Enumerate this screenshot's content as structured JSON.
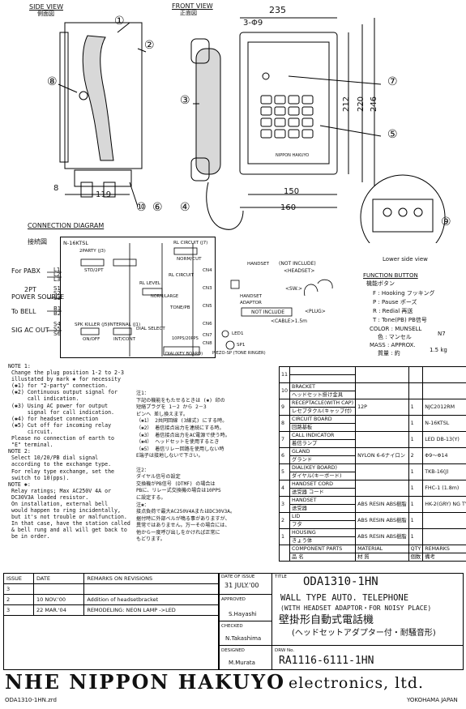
{
  "views": {
    "side_view": "SIDE VIEW",
    "side_view_jp": "側面図",
    "front_view": "FRONT VIEW",
    "front_view_jp": "正面図",
    "lower_side_view": "Lower side view"
  },
  "dims": {
    "width_top": "235",
    "holes": "3-Φ9",
    "h1": "212",
    "h2": "220",
    "h3": "246",
    "w150": "150",
    "w160": "160",
    "w119": "119",
    "d8": "8"
  },
  "callouts": [
    "①",
    "②",
    "③",
    "④",
    "⑤",
    "⑥",
    "⑦",
    "⑧",
    "⑨",
    "⑩"
  ],
  "keypad_label": "NIPPON HAKUYO",
  "connection": {
    "title": "CONNECTION DIAGRAM",
    "title_jp": "接続図",
    "unit": "N-16KTSL",
    "left_labels": [
      "For PABX",
      "2PT",
      "POWER SOURCE",
      "To BELL",
      "SIG AC OUT"
    ],
    "terminals": [
      "L1",
      "L2",
      "L3",
      "S1",
      "S2",
      "S3",
      "B1",
      "B2",
      "S4",
      "S5",
      "S6"
    ],
    "switches": [
      "2PARTY (J3)",
      "STD/2PT",
      "SPK KILLER (J5)",
      "ON/OFF",
      "INTERNAL (J1)",
      "INT/CONT",
      "RL CIRCUIT (J7)",
      "NORM/CUT"
    ],
    "mid_labels": [
      "HANDSET",
      "CN4",
      "RL LEVEL",
      "RL CIRCUIT",
      "CN3",
      "TONE/PB",
      "CN5",
      "DIAL SELECT",
      "CN6",
      "CN7",
      "CN8",
      "SP1",
      "LED1",
      "ADAPTOR",
      "HANDSET",
      "PIEZO-SP (TONE RINGER)",
      "DIAL(KEY BOARD)",
      "NORM/LARGE",
      "10PPS/20PPS"
    ],
    "headset": [
      "(NOT INCLUDE)",
      "<HEADSET>",
      "<SW.>",
      "<PLUG>",
      "NOT INCLUDE",
      "<CABLE>1.5m"
    ]
  },
  "function": {
    "title": "FUNCTION BUTTON",
    "title_jp": "機能ボタン",
    "rows": [
      "F : Hooking  フッキング",
      "P : Pause    ポーズ",
      "R : Redial   再送",
      "T : Tone(PB) PB信号"
    ],
    "color_label": "COLOR : MUNSELL",
    "color_val": "N7",
    "color_jp": "色 : マンセル",
    "mass_label": "MASS : APPROX.",
    "mass_val": "1.5 kg",
    "mass_jp": "質量 : 約"
  },
  "notes_en": "NOTE 1:\n Change the plug position 1-2 to 2-3\n illustated by mark ✱ for necessity\n (✱1) for \"2-party\" connection.\n (✱2) Continuous output signal for\n      call indication.\n (✱3) Using AC power for output\n      signal for call indication.\n (✱4) for headset connection\n (✱5) Cut off for incoming relay\n      circuit.\n Please no connection of earth to\n \"E\" terminal.\nNOTE 2:\n Select 10/20/PB dial signal\n according to the exchange type.\n For relay type exchange, set the\n switch to 10(pps).\nNOTE ✱:\n Relay ratings; Max AC250V 4A or\n DC30V3A loaded resistor.\n On installation, external bell\n would happen to ring incidentally,\n but it's not trouble or malfunction.\n In that case, have the station called\n & bell rung and all will get back to\n be in order.",
  "notes_jp": "注1：\n下記の機能をもたせるときは (✱) 印の\n短絡プラグを 1－2 から 2－3\nピンへ 差し換えます。\n（✱1） 2共同回線 (3線式) にする時。\n（✱2） 着信接点出力を連続にする時。\n（✱3） 着信接点出力をAC電源で使う時。\n（✱4） ヘッドセットを使用するとき\n（✱5） 着信リレー回路を使用しない時\nE端子は接地しないで下さい。\n\n注2：\nダイヤル信号の設定\n交換機がPB信号 (DTMF) の場合は\nPBに、リレー式交換機の場合は10PPS\nに設定する。\n注✱：\n接点負荷で最大AC250V4AまたはDC30V3A。\n据付時に外部ベルが鳴る事がありますが、\n異常ではありません。万一その場合には、\n他から一度呼び出しをかければ正常に\nもどります。",
  "parts": {
    "rows": [
      {
        "no": "11",
        "name": "",
        "name_jp": "",
        "mat": "",
        "qty": "",
        "rem": ""
      },
      {
        "no": "10",
        "name": "BRACKET",
        "name_jp": "ヘッドセット掛け金具",
        "mat": "",
        "qty": "",
        "rem": ""
      },
      {
        "no": "9",
        "name": "RECEPTACLE(WITH CAP)",
        "name_jp": "レセプタクル(キャップ付)",
        "mat": "12P",
        "qty": "1",
        "rem": "NJC2012RM"
      },
      {
        "no": "8",
        "name": "CIRCUIT BOARD",
        "name_jp": "回路基板",
        "mat": "",
        "qty": "1",
        "rem": "N-16KTSL"
      },
      {
        "no": "7",
        "name": "CALL INDICATOR",
        "name_jp": "着信ランプ",
        "mat": "",
        "qty": "1",
        "rem": "LED DB-13(Y)"
      },
      {
        "no": "6",
        "name": "GLAND",
        "name_jp": "グランド",
        "mat": "NYLON 6-6ナイロン",
        "qty": "2",
        "rem": "Φ9〜Φ14"
      },
      {
        "no": "5",
        "name": "DIAL(KEY BOARD)",
        "name_jp": "ダイヤル(キーボード)",
        "mat": "",
        "qty": "1",
        "rem": "TKB-16(J)"
      },
      {
        "no": "4",
        "name": "HANDSET CORD",
        "name_jp": "送受器 コード",
        "mat": "",
        "qty": "1",
        "rem": "FHC-1 (1.8m)"
      },
      {
        "no": "3",
        "name": "HANDSET",
        "name_jp": "送受器",
        "mat": "ABS RESIN ABS樹脂",
        "qty": "1",
        "rem": "HK-2(GRY) NG TYPE"
      },
      {
        "no": "2",
        "name": "LID",
        "name_jp": "フタ",
        "mat": "ABS RESIN ABS樹脂",
        "qty": "1",
        "rem": ""
      },
      {
        "no": "1",
        "name": "HOUSING",
        "name_jp": "きょう体",
        "mat": "ABS RESIN ABS樹脂",
        "qty": "1",
        "rem": ""
      }
    ],
    "header": {
      "name": "COMPONENT PARTS",
      "name_jp": "品 名",
      "mat": "MATERIAL",
      "mat_jp": "材 質",
      "qty": "QTY",
      "qty_jp": "個数",
      "rem": "REMARKS",
      "rem_jp": "備考"
    }
  },
  "revisions": {
    "header": [
      "ISSUE",
      "DATE",
      "REMARKS ON REVISIONS"
    ],
    "rows": [
      [
        "3",
        "",
        ""
      ],
      [
        "2",
        "10 NOV.'00",
        "Addition of headsetbracket"
      ],
      [
        "3",
        "22 MAR.'04",
        "REMODELING: NEON LAMP ->LED"
      ]
    ]
  },
  "title_block": {
    "date_label": "DATE OF ISSUE",
    "date_val": "31 JULY.'00",
    "title_label": "TITLE",
    "drawing_no_top": "ODA1310-1HN",
    "title_en1": "WALL TYPE AUTO. TELEPHONE",
    "title_en2": "(WITH HEADSET ADAPTOR・FOR NOISY PLACE)",
    "title_jp1": "壁掛形自動式電話機",
    "title_jp2": "(ヘッドセットアダプター付・耐騒音形)",
    "approved_label": "APPROVED",
    "approved": "S.Hayashi",
    "checked_label": "CHECKED",
    "checked": "N.Takashima",
    "designed_label": "DESIGNED",
    "designed": "M.Murata",
    "drw_label": "DRW No.",
    "drw_no": "RA1116-6111-1HN"
  },
  "footer": {
    "company": "NHE NIPPON HAKUYO",
    "company2": "electronics, ltd.",
    "file": "ODA1310-1HN.zrd",
    "city": "YOKOHAMA JAPAN"
  }
}
